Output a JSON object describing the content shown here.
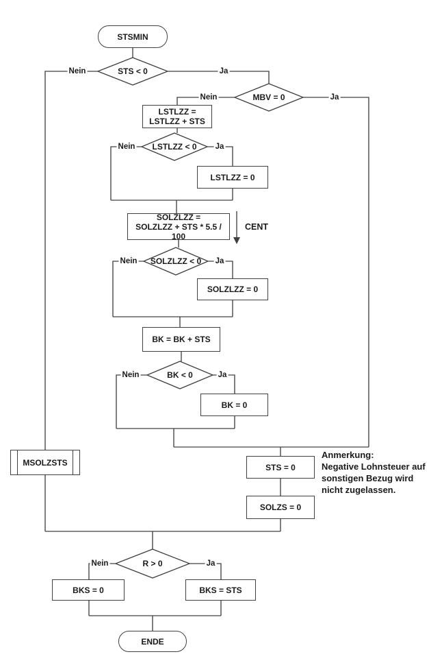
{
  "meta": {
    "background_color": "#ffffff",
    "line_color": "#404040",
    "text_color": "#1a1a1a"
  },
  "flowchart": {
    "start": "STSMIN",
    "end": "ENDE",
    "decisions": {
      "sts": "STS < 0",
      "mbv": "MBV = 0",
      "lstlzz": "LSTLZZ < 0",
      "solzlzz": "SOLZLZZ < 0",
      "bk": "BK < 0",
      "r": "R > 0"
    },
    "processes": {
      "lstlzz_add_line1": "LSTLZZ =",
      "lstlzz_add_line2": "LSTLZZ + STS",
      "lstlzz_zero": "LSTLZZ = 0",
      "solzlzz_add_line1": "SOLZLZZ =",
      "solzlzz_add_line2": "SOLZLZZ + STS * 5.5 / 100",
      "solzlzz_zero": "SOLZLZZ = 0",
      "bk_add": "BK = BK + STS",
      "bk_zero": "BK = 0",
      "msolzsts": "MSOLZSTS",
      "sts_zero": "STS = 0",
      "solzs_zero": "SOLZS = 0",
      "bks_zero": "BKS = 0",
      "bks_sts": "BKS = STS"
    },
    "branch_labels": {
      "yes": "Ja",
      "no": "Nein"
    },
    "cent_label": "CENT",
    "annotation": {
      "heading": "Anmerkung:",
      "line1": "Negative Lohnsteuer auf",
      "line2": "sonstigen Bezug wird",
      "line3": "nicht zugelassen."
    }
  }
}
